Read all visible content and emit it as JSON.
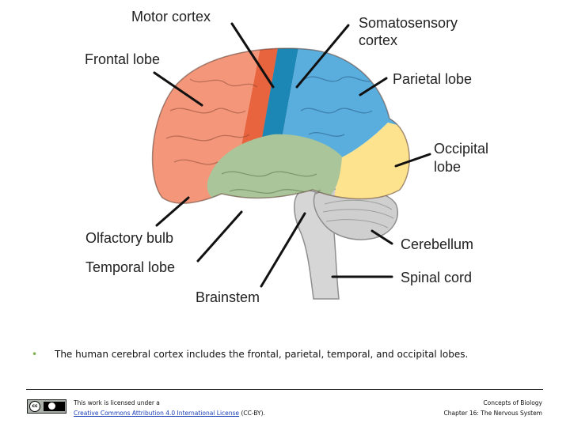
{
  "diagram": {
    "labels": {
      "motor_cortex": "Motor cortex",
      "somatosensory_line1": "Somatosensory",
      "somatosensory_line2": "cortex",
      "frontal_lobe": "Frontal lobe",
      "parietal_lobe": "Parietal lobe",
      "occipital_line1": "Occipital",
      "occipital_line2": "lobe",
      "olfactory_bulb": "Olfactory bulb",
      "temporal_lobe": "Temporal lobe",
      "cerebellum": "Cerebellum",
      "spinal_cord": "Spinal cord",
      "brainstem": "Brainstem"
    },
    "colors": {
      "frontal": "#f4967a",
      "motor": "#e8643f",
      "somatosensory": "#1c86b5",
      "parietal": "#5aaedd",
      "occipital": "#fde38e",
      "temporal": "#a9c599",
      "cerebellum": "#cfcfcf",
      "brainstem": "#d6d6d6"
    }
  },
  "bullet": {
    "text": "The human cerebral cortex includes the frontal, parietal, temporal, and occipital lobes."
  },
  "footer": {
    "license_line1": "This work is licensed under a",
    "license_link": "Creative Commons Attribution 4.0 International License",
    "license_suffix": " (CC-BY).",
    "credit_line1": "Concepts of Biology",
    "credit_line2": "Chapter 16: The Nervous System",
    "badge_icon": "cc-by-badge"
  }
}
